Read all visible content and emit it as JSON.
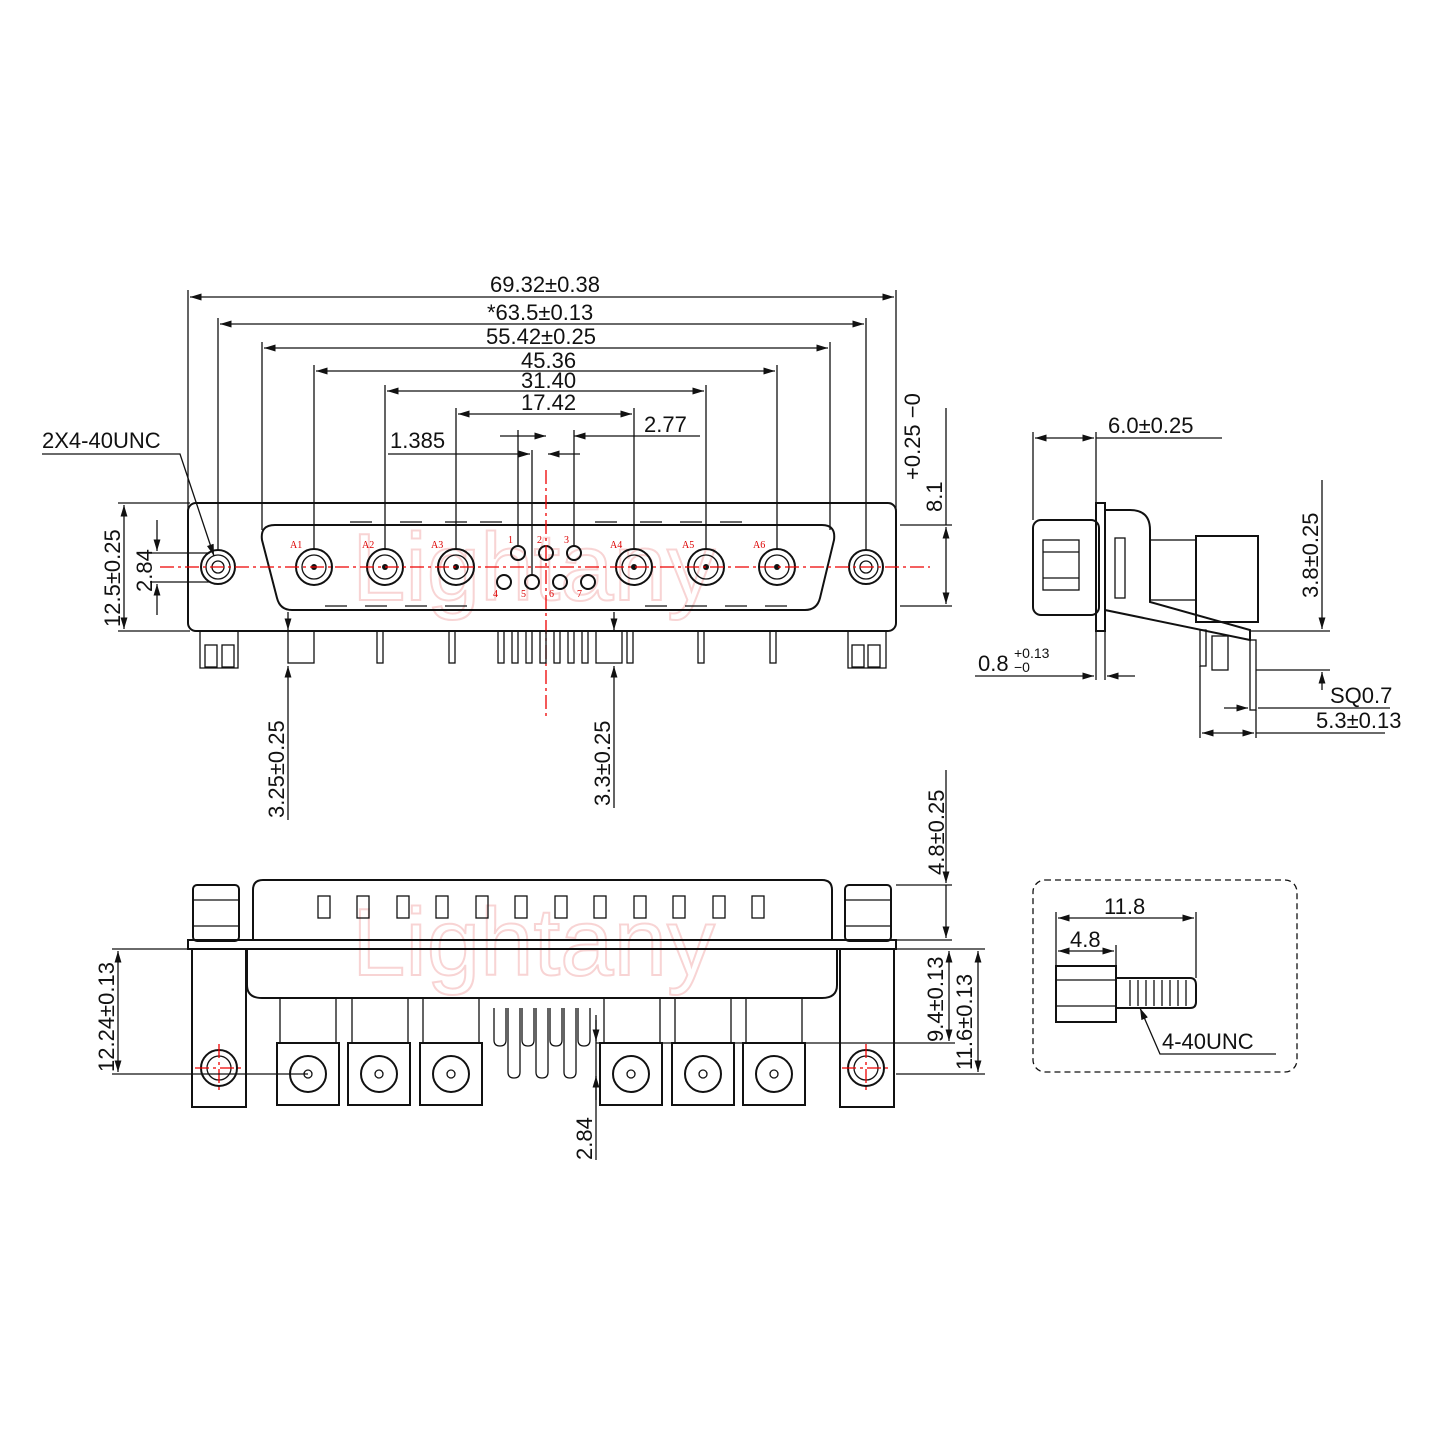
{
  "watermark": "Lightany",
  "front_view": {
    "dims_horizontal": [
      "69.32±0.38",
      "*63.5±0.13",
      "55.42±0.25",
      "45.36",
      "31.40",
      "17.42",
      "1.385",
      "2.77"
    ],
    "screw_callout": "2X4-40UNC",
    "dim_height": "12.5±0.25",
    "dim_row_pitch": "2.84",
    "dim_right_main": "8.1",
    "dim_right_tol": "+0.25 −0",
    "dim_left_pin": "3.25±0.25",
    "dim_right_pin": "3.3±0.25",
    "coax_labels": [
      "A1",
      "A2",
      "A3",
      "A4",
      "A5",
      "A6"
    ],
    "signal_labels": [
      "1",
      "2",
      "3",
      "4",
      "5",
      "6",
      "7"
    ]
  },
  "side_view": {
    "dim_depth": "6.0±0.25",
    "dim_height": "3.8±0.25",
    "dim_flange": "0.8",
    "dim_flange_tol_plus": "+0.13",
    "dim_flange_tol_minus": "−0",
    "dim_pin_square": "SQ0.7",
    "dim_pin_offset": "5.3±0.13"
  },
  "bottom_view": {
    "dim_shell_height": "4.8±0.25",
    "dim_mount": "12.24±0.13",
    "dim_signal_row": "9.4±0.13",
    "dim_coax_row": "11.6±0.13",
    "dim_pitch": "2.84"
  },
  "screw_detail": {
    "dim_total": "11.8",
    "dim_head": "4.8",
    "thread": "4-40UNC"
  }
}
